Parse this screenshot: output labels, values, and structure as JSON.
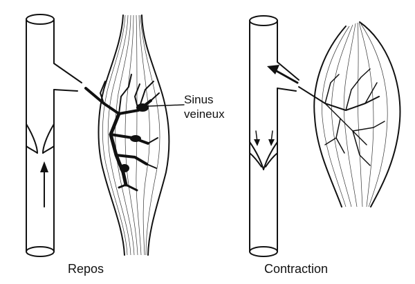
{
  "panels": {
    "rest": {
      "caption": "Repos"
    },
    "contraction": {
      "caption": "Contraction"
    }
  },
  "annotation": {
    "line1": "Sinus",
    "line2": "veineux"
  }
}
